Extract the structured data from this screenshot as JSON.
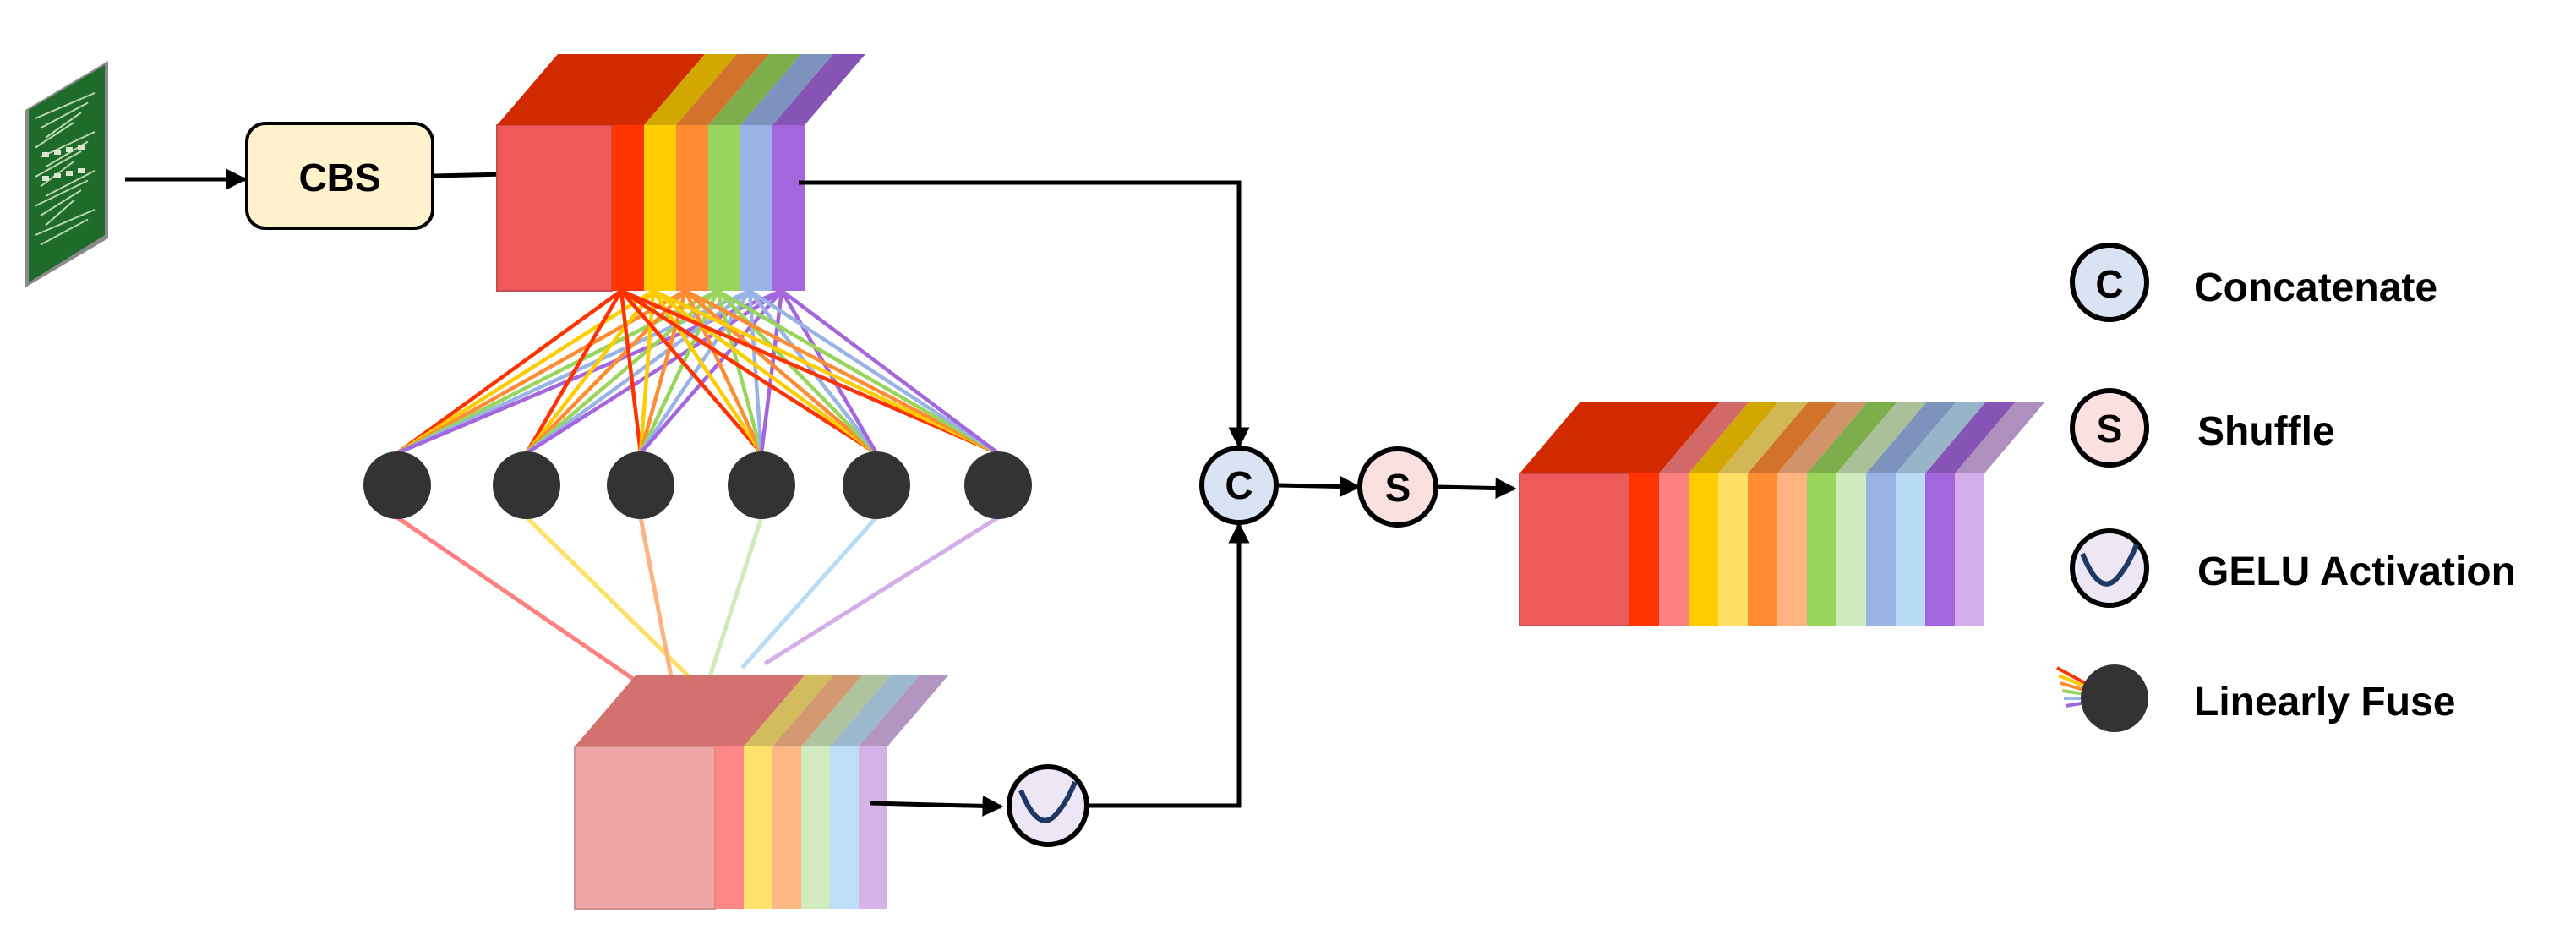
{
  "diagram": {
    "cbs_label": "CBS",
    "concat_symbol": "C",
    "shuffle_symbol": "S",
    "colors": {
      "rainbow": [
        "#ff3300",
        "#ffcc00",
        "#ff8c33",
        "#99d45c",
        "#99b3e6",
        "#a366dd"
      ],
      "rainbow_light": [
        "#ff8080",
        "#ffe066",
        "#ffb380",
        "#cfeabb",
        "#b8dcf5",
        "#d4aee8"
      ],
      "shuffled": [
        "#ff3300",
        "#ff8080",
        "#ffcc00",
        "#ffe066",
        "#ff8c33",
        "#ffb380",
        "#99d45c",
        "#cfeabb",
        "#99b3e6",
        "#b8dcf5",
        "#a366dd",
        "#d4aee8"
      ],
      "front_face": "#ee5a5a",
      "front_face_light": "#eea2a2",
      "cbs_fill": "#fff2cc",
      "node": "#333333",
      "concat_fill": "#dae3f3",
      "shuffle_fill": "#fbe0e0",
      "gelu_fill": "#ece6f5",
      "gelu_curve": "#1f3864",
      "pcb_board": "#1f6b2a"
    },
    "fuse_nodes": 6
  },
  "legend": {
    "items": [
      {
        "label": "Concatenate",
        "symbol": "C",
        "icon": "concatenate-icon"
      },
      {
        "label": "Shuffle",
        "symbol": "S",
        "icon": "shuffle-icon"
      },
      {
        "label": "GELU Activation",
        "symbol": "",
        "icon": "gelu-icon"
      },
      {
        "label": "Linearly Fuse",
        "symbol": "",
        "icon": "linear-fuse-icon"
      }
    ]
  }
}
